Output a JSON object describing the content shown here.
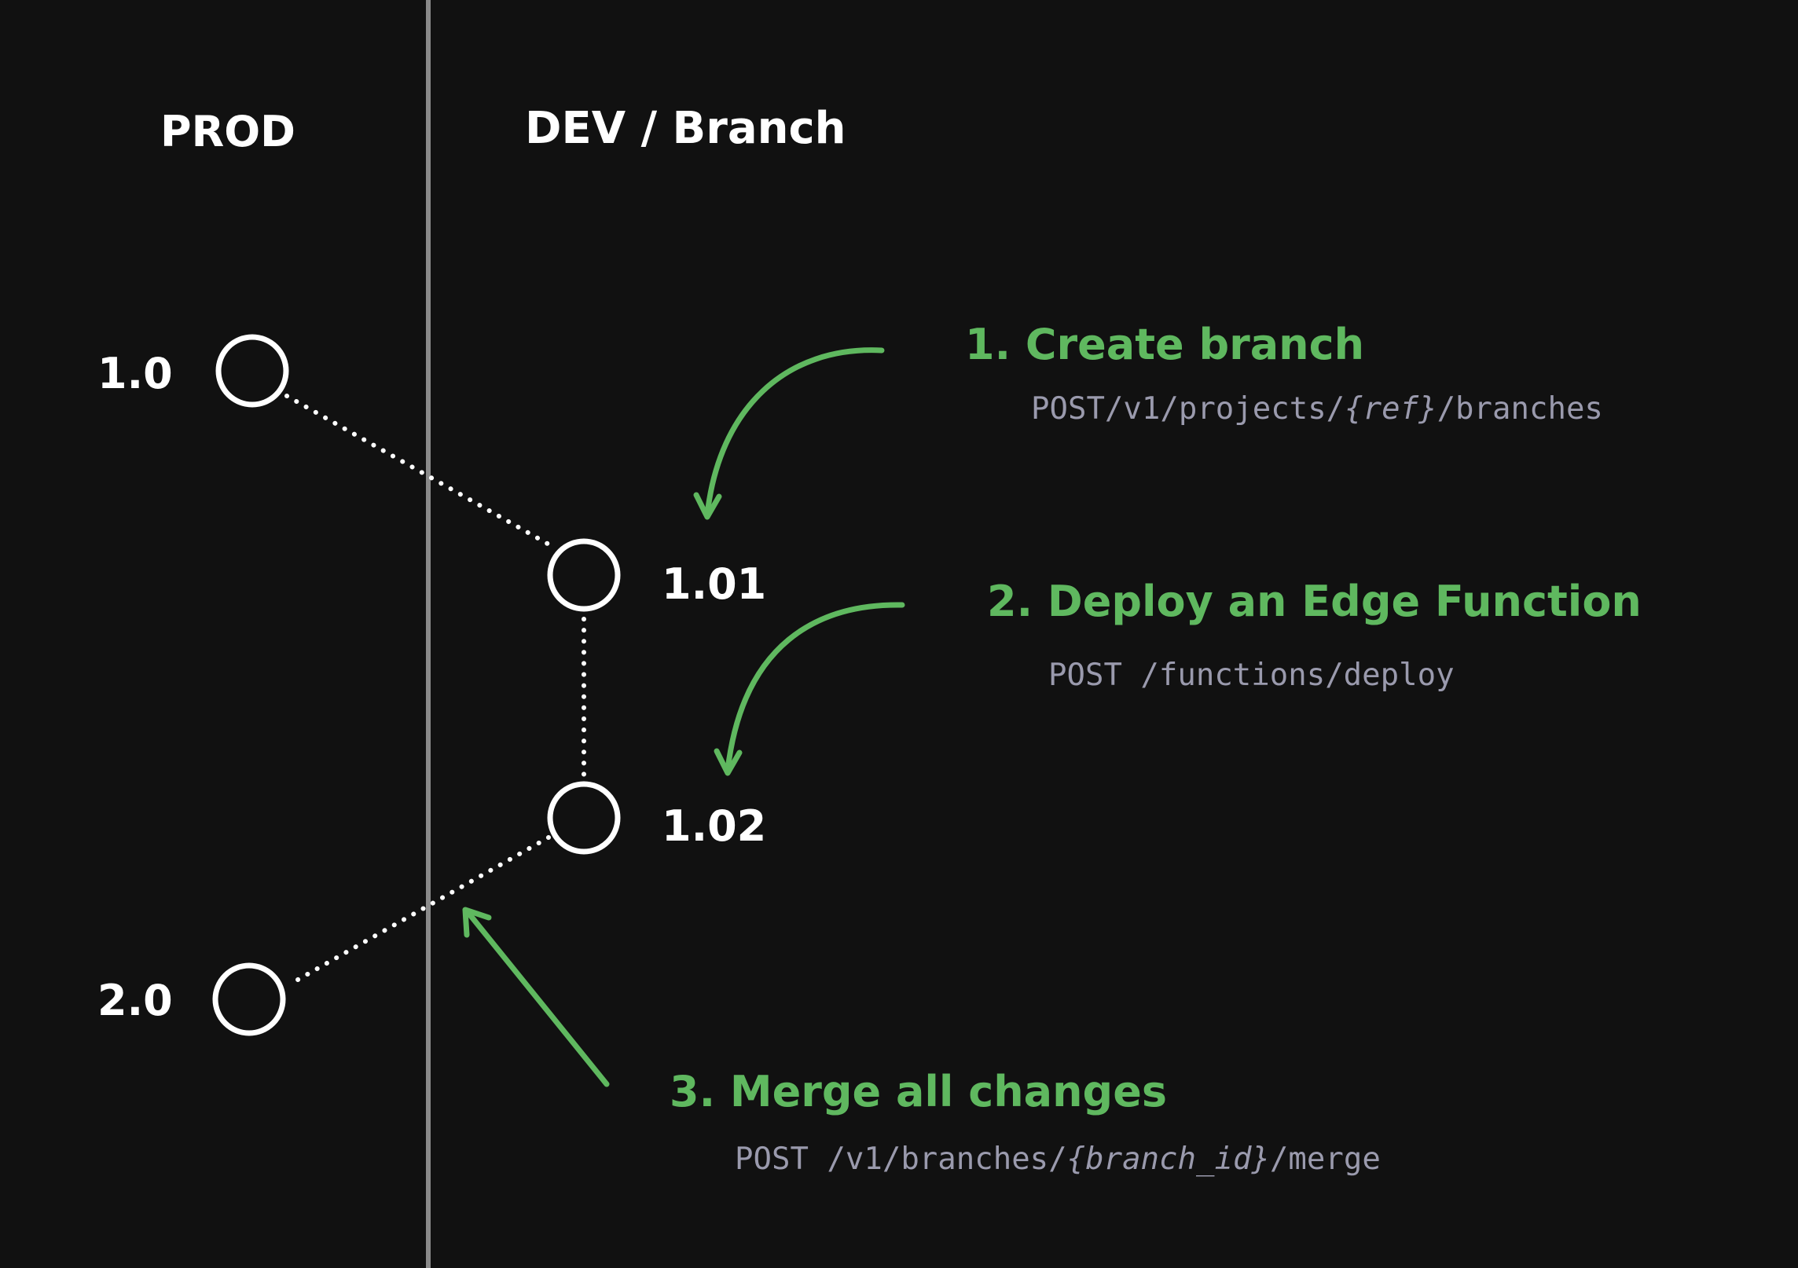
{
  "columns": {
    "prod": "PROD",
    "dev": "DEV / Branch"
  },
  "nodes": {
    "prod_1_0": "1.0",
    "dev_1_01": "1.01",
    "dev_1_02": "1.02",
    "prod_2_0": "2.0"
  },
  "steps": [
    {
      "title": "1. Create branch",
      "endpoint_parts": [
        "POST/v1/projects/",
        "{ref}",
        "/branches"
      ]
    },
    {
      "title": "2. Deploy an Edge Function",
      "endpoint_parts": [
        "POST /functions/deploy"
      ]
    },
    {
      "title": "3. Merge all changes",
      "endpoint_parts": [
        "POST /v1/branches/",
        "{branch_id}",
        "/merge"
      ]
    }
  ],
  "colors": {
    "background": "#111111",
    "node_stroke": "#ffffff",
    "accent_green": "#5fb85f",
    "endpoint_text": "#9a9aad",
    "divider": "#8a8a8a"
  }
}
